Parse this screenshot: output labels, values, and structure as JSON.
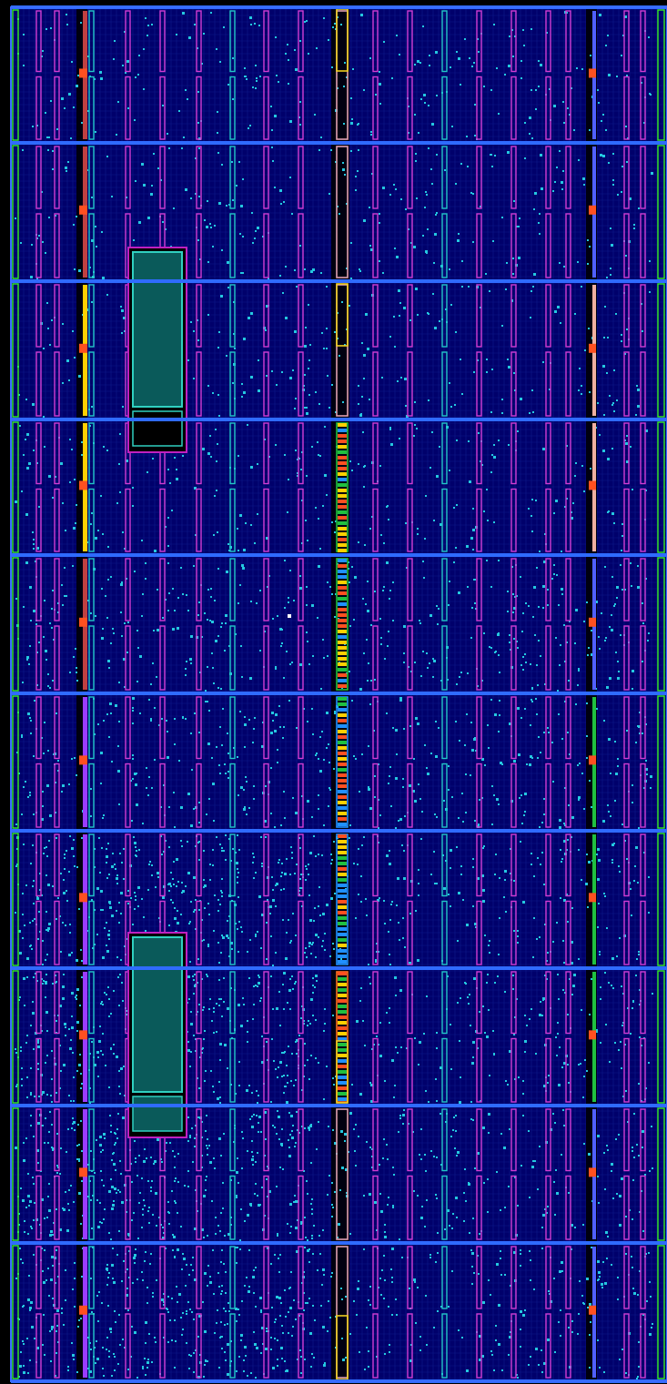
{
  "view": {
    "kind": "fpga-device-floorplan",
    "clock_region_count": 10,
    "colors": {
      "background": "#000000",
      "fabric": "#00006b",
      "grid_line": "#0d1a8a",
      "region_border": "#3a6cff",
      "region_border_bright": "#2f6bff",
      "outer_frame": "#36f020",
      "clb_column": "#d23cd2",
      "bram_column": "#22c8c8",
      "io_column": "#f0d020",
      "io_column_alt": "#e0a0b0",
      "placed_cell": "#24c8e0",
      "hard_block_fill": "#0a5a5a",
      "hard_block_edge": "#30d0c0",
      "hard_block_frame": "#c020c0",
      "hot_cell": "#ff5020",
      "warm_cell": "#ffd000",
      "green_cell": "#20c040"
    },
    "icons": [
      "hard-block",
      "io-bank",
      "clock-spine"
    ]
  }
}
